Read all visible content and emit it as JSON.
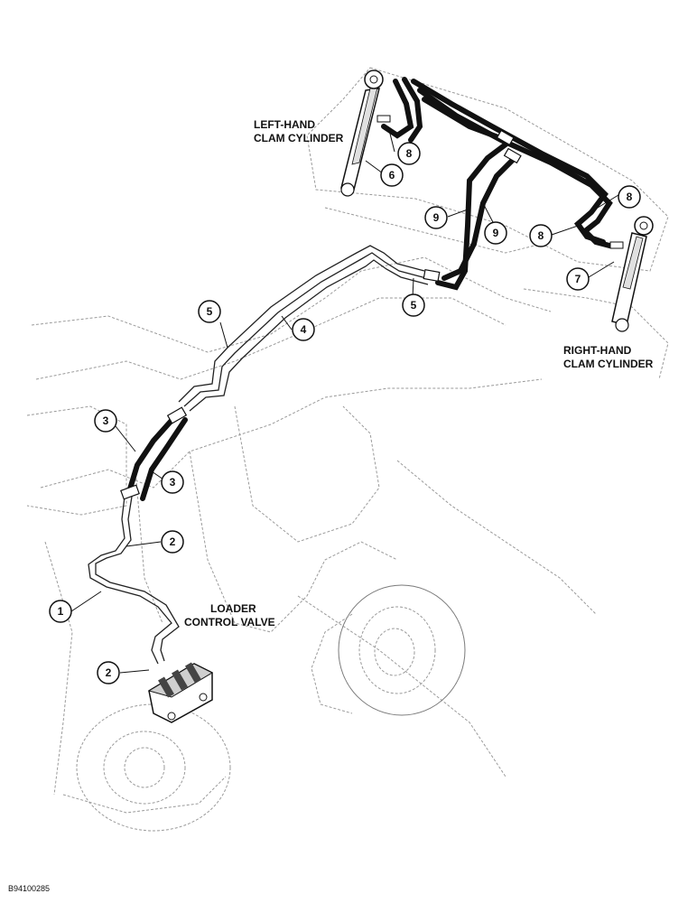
{
  "labels": {
    "left_cylinder_line1": "LEFT-HAND",
    "left_cylinder_line2": "CLAM CYLINDER",
    "right_cylinder_line1": "RIGHT-HAND",
    "right_cylinder_line2": "CLAM CYLINDER",
    "valve_line1": "LOADER",
    "valve_line2": "CONTROL VALVE"
  },
  "callouts": [
    "1",
    "2",
    "2",
    "3",
    "3",
    "4",
    "5",
    "5",
    "6",
    "7",
    "8",
    "8",
    "8",
    "9",
    "9"
  ],
  "figure_id": "B94100285"
}
